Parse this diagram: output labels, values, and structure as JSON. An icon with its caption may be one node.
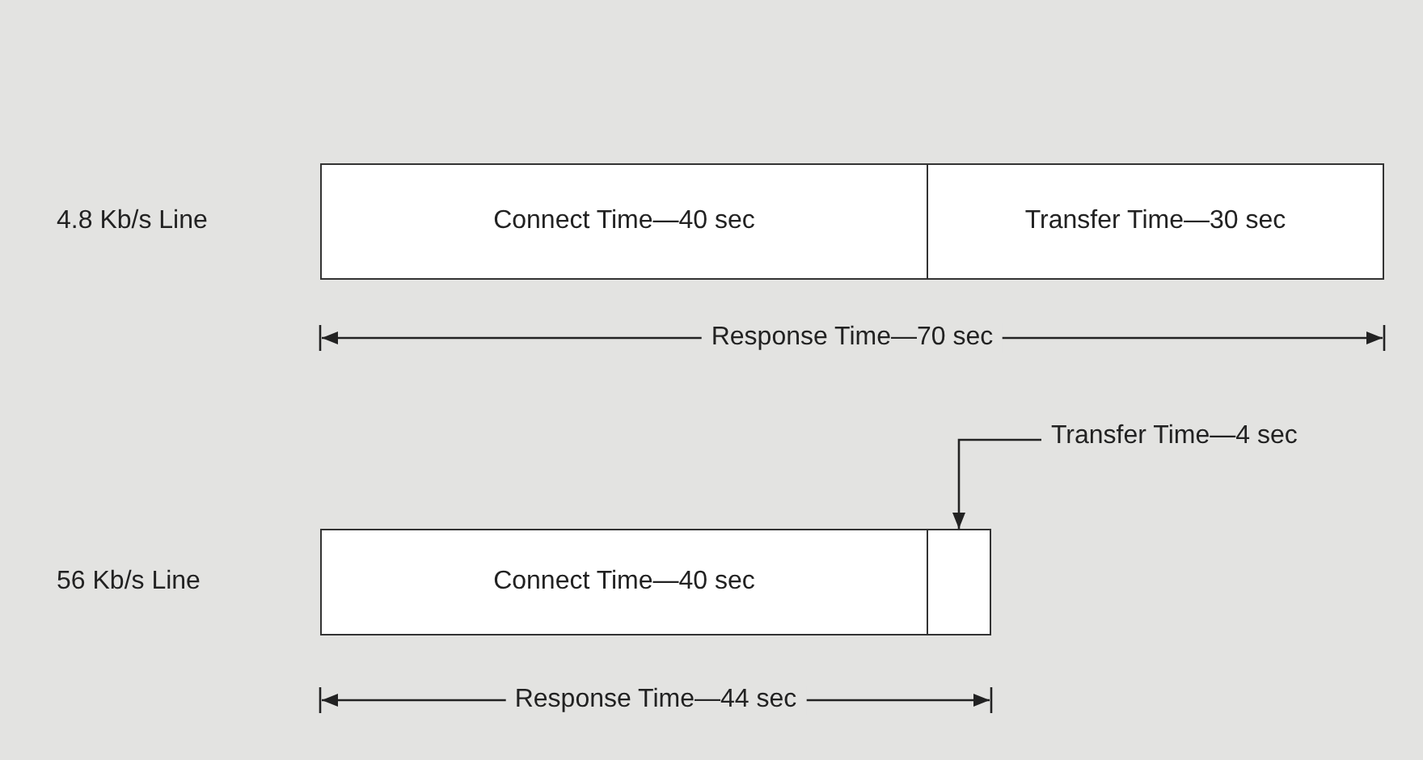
{
  "diagram": {
    "nodes": [
      {
        "text": [
          "Connect Time—40 sec"
        ]
      },
      {
        "text": [
          "Transfer Time—30 sec"
        ]
      },
      {
        "text": [
          "Transfer Time—4 sec"
        ]
      },
      {
        "text": [
          "Connect Time—40 sec"
        ]
      },
      {
        "text": [],
        "shape": "box"
      }
    ],
    "edges": [
      {
        "from": 2,
        "to": 4,
        "arrow": "to"
      }
    ],
    "labels": [
      "4.8 Kb/s Line",
      "Response Time—70 sec",
      "56 Kb/s Line",
      "Response Time—44 sec"
    ]
  }
}
